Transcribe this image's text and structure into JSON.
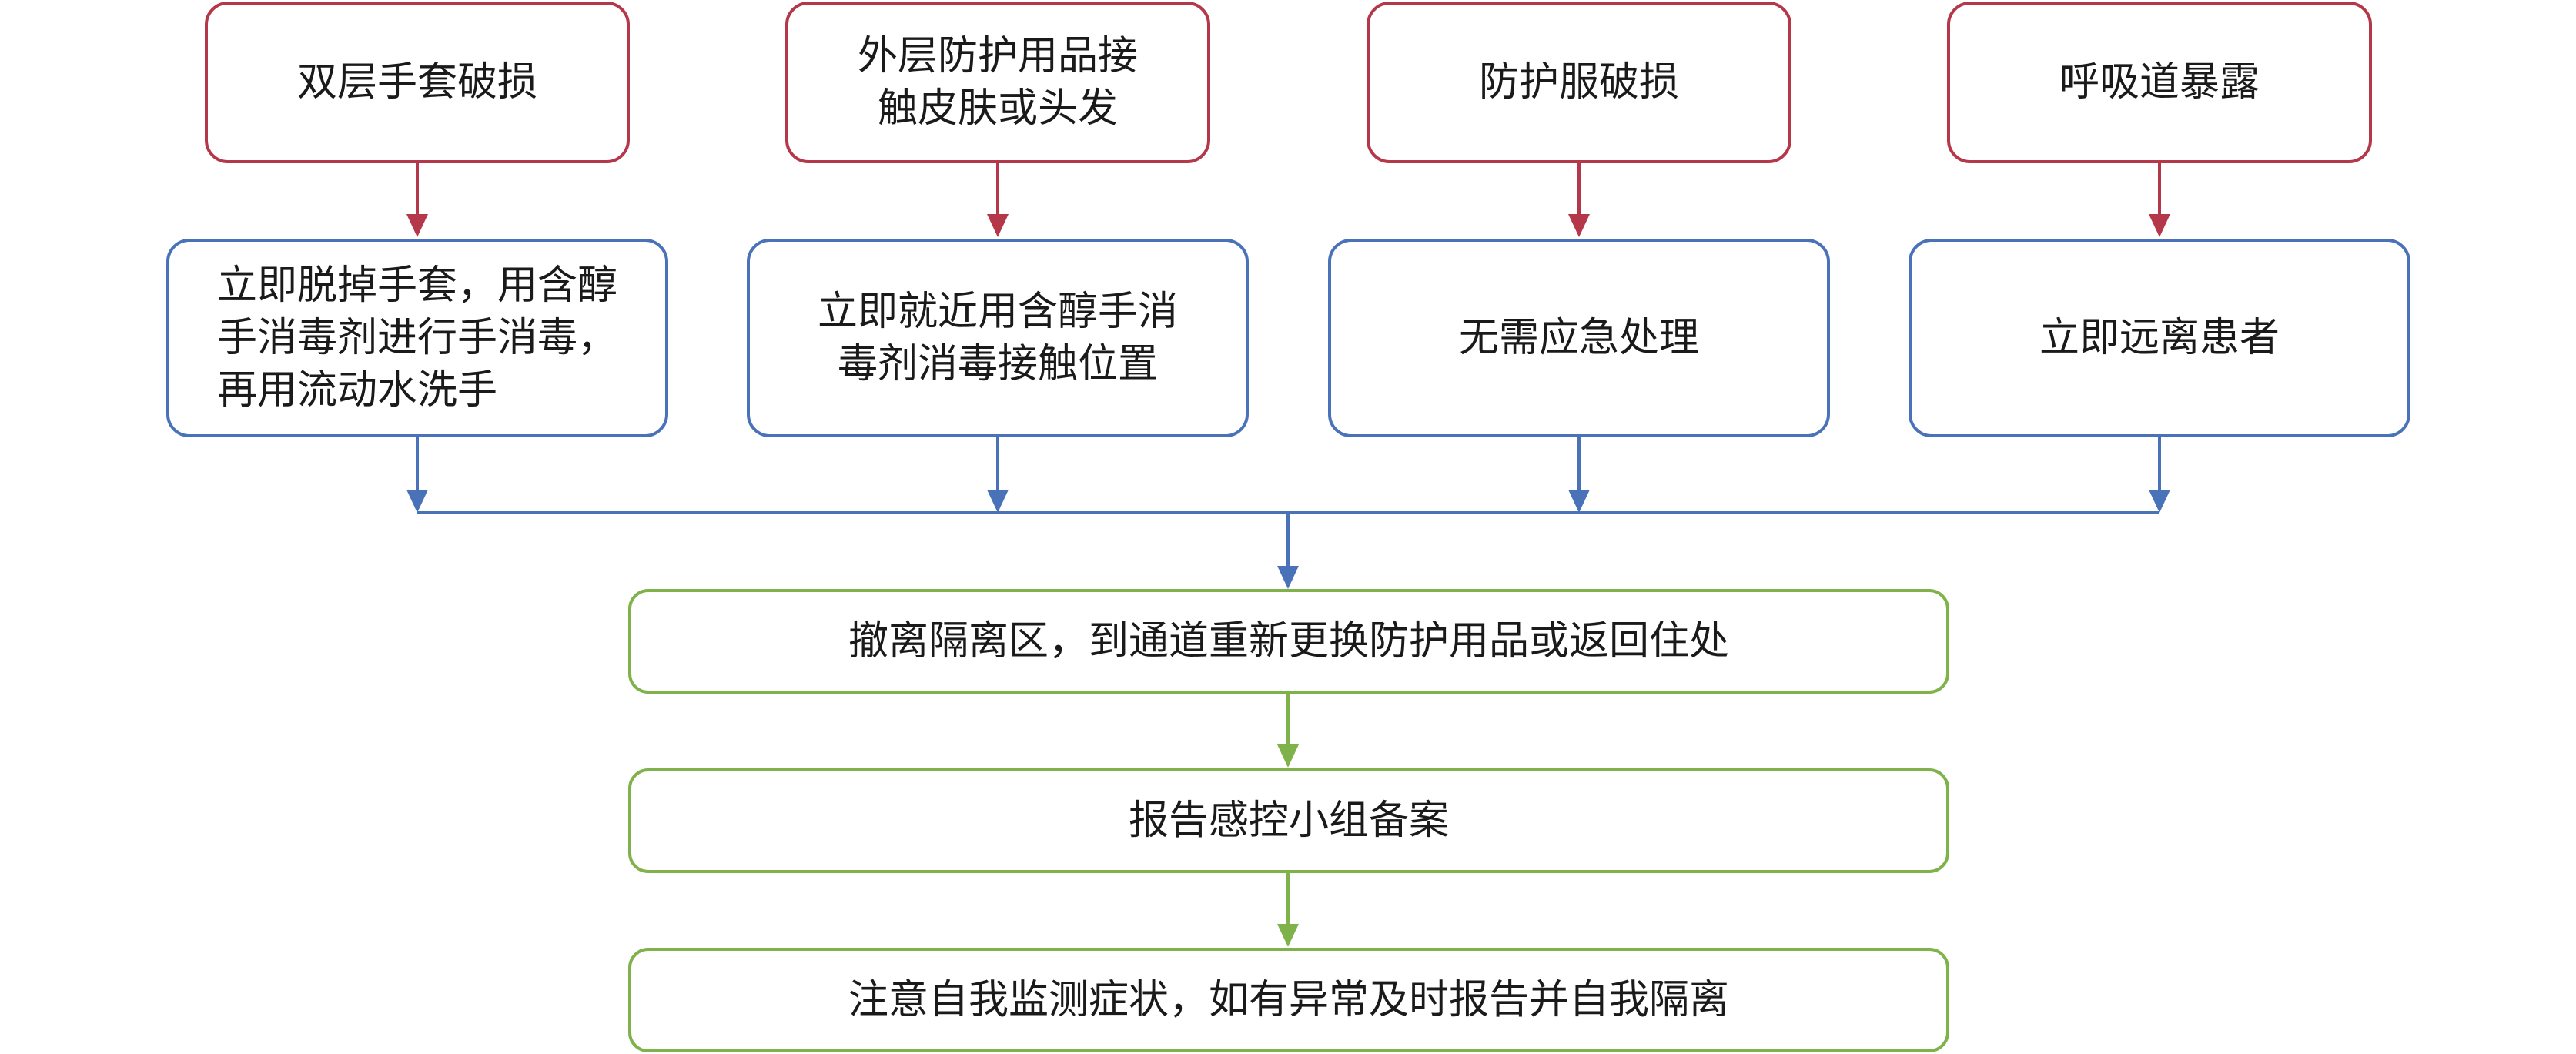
{
  "colors": {
    "red": "#b5374a",
    "blue": "#4a72b8",
    "green": "#7fb24a",
    "text": "#1a1a1a"
  },
  "situations": [
    {
      "text": "双层手套破损"
    },
    {
      "text": "外层防护用品接\n触皮肤或头发"
    },
    {
      "text": "防护服破损"
    },
    {
      "text": "呼吸道暴露"
    }
  ],
  "actions": [
    {
      "text": "立即脱掉手套，用含醇\n手消毒剂进行手消毒，\n再用流动水洗手"
    },
    {
      "text": "立即就近用含醇手消\n毒剂消毒接触位置"
    },
    {
      "text": "无需应急处理"
    },
    {
      "text": "立即远离患者"
    }
  ],
  "steps": [
    {
      "text": "撤离隔离区，到通道重新更换防护用品或返回住处"
    },
    {
      "text": "报告感控小组备案"
    },
    {
      "text": "注意自我监测症状，如有异常及时报告并自我隔离"
    }
  ]
}
